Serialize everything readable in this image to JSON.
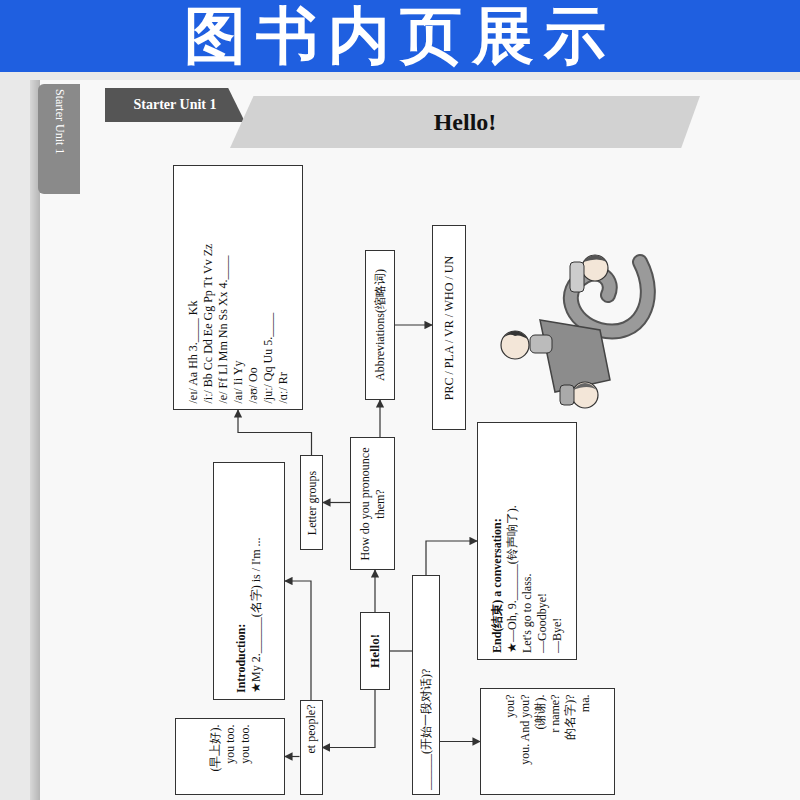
{
  "diagram": {
    "title": "图书内页展示",
    "nodes": [
      {
        "text": [
          "Starter Unit 1"
        ]
      },
      {
        "text": [
          "Starter Unit 1"
        ]
      },
      {
        "text": [
          "Hello!"
        ]
      },
      {
        "text": [
          "/eɪ/ Aa Hh 3.____ Kk",
          "/iː/ Bb Cc Dd Ee Gg Pp Tt Vv Zz",
          "/e/ Ff Ll Mm Nn Ss Xx 4.____",
          "/aɪ/ Ii Yy",
          "/əʊ/ Oo",
          "/juː/ Qq Uu 5.____",
          "/ɑː/ Rr"
        ]
      },
      {
        "text": [
          "Abbreviations(缩略词)"
        ]
      },
      {
        "text": [
          "PRC / PLA / VR / WHO / UN"
        ]
      },
      {
        "text": [
          "Letter groups"
        ]
      },
      {
        "text": [
          "How do you pronounce them?"
        ]
      },
      {
        "text": [
          "Introduction:",
          "★My 2.______(名字) is / I'm ..."
        ]
      },
      {
        "text": [
          "Hello!"
        ]
      },
      {
        "text": [
          "End(结束) a conversation:",
          "★—Oh, 9.______(铃声响了).",
          "Let's go to class.",
          "—Goodbye!",
          "—Bye!"
        ]
      },
      {
        "text": [
          "______(开始一段对话)?"
        ]
      },
      {
        "text": [
          "et people?"
        ]
      },
      {
        "text": [
          "(早上好).",
          "you too.",
          "you too."
        ]
      },
      {
        "text": [
          "you?",
          "you. And you?",
          "(谢谢).",
          "r name?",
          "的名字)?",
          "ma."
        ]
      }
    ],
    "edges": [
      {
        "from": 9,
        "to": 7,
        "arrow": "to"
      },
      {
        "from": 7,
        "to": 6,
        "arrow": "to"
      },
      {
        "from": 7,
        "to": 4,
        "arrow": "to"
      },
      {
        "from": 4,
        "to": 5,
        "arrow": "to"
      },
      {
        "from": 6,
        "to": 3,
        "arrow": "to"
      },
      {
        "from": 9,
        "to": 12,
        "arrow": "to"
      },
      {
        "from": 9,
        "to": 11,
        "arrow": "none"
      },
      {
        "from": 11,
        "to": 10,
        "arrow": "to"
      },
      {
        "from": 11,
        "to": 14,
        "arrow": "to"
      },
      {
        "from": 12,
        "to": 13,
        "arrow": "to"
      },
      {
        "from": 12,
        "to": 8,
        "arrow": "to"
      }
    ]
  }
}
